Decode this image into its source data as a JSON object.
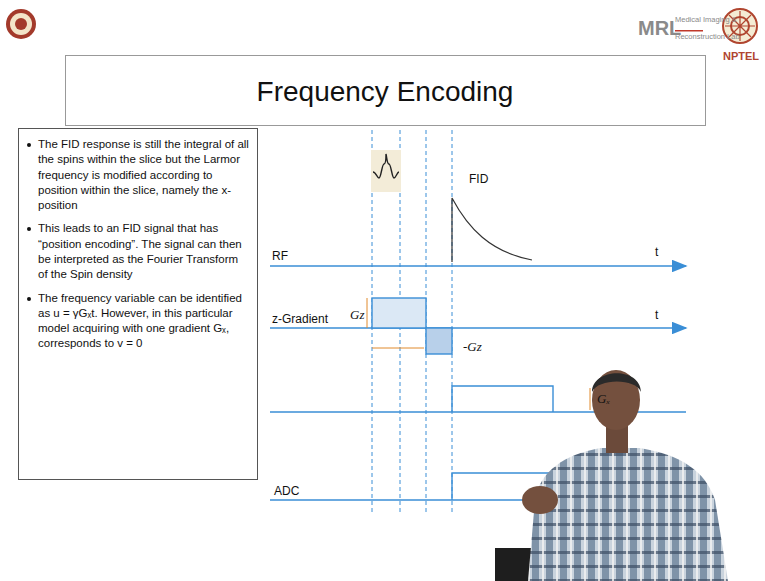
{
  "diagram": {
    "title": "Frequency Encoding",
    "nodes": [
      {
        "text": [
          "The FID response is still the integral of all the spins within the slice but the Larmor frequency is modified according to position within the slice, namely the x-position",
          "This leads to an FID signal that has “position encoding”. The signal can then be interpreted as the Fourier Transform of the Spin density",
          "The frequency variable can be identified as u = γGₓt. However, in this particular model acquiring with one gradient Gₓ, corresponds to v = 0"
        ]
      }
    ],
    "labels": [
      "RF",
      "t",
      "FID",
      "z-Gradient",
      "Gz",
      "t",
      "-Gz",
      "Gₓ",
      "ADC",
      "MRL",
      "Medical Imaging &",
      "Reconstruction Lab",
      "NPTEL"
    ]
  }
}
